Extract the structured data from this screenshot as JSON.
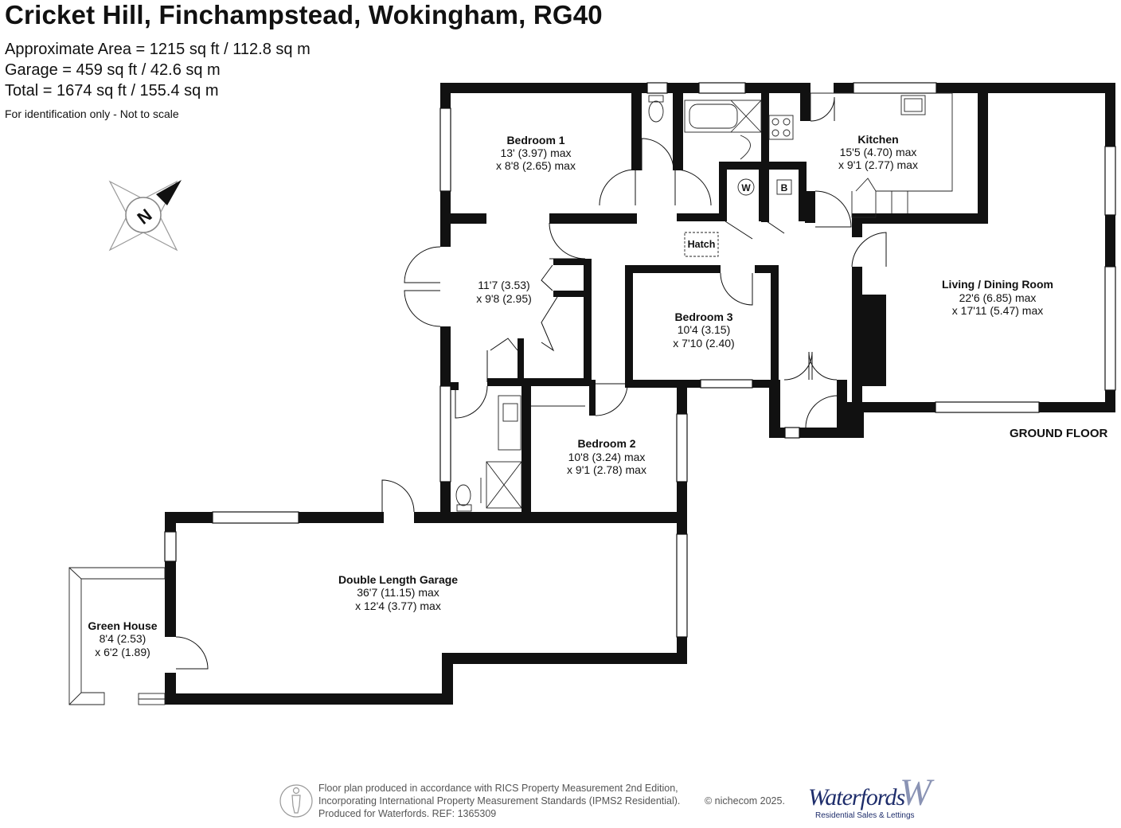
{
  "header": {
    "title": "Cricket Hill, Finchampstead, Wokingham, RG40",
    "approx_area": "Approximate Area = 1215 sq ft / 112.8 sq m",
    "garage_area": "Garage = 459 sq ft / 42.6 sq m",
    "total_area": "Total = 1674 sq ft / 155.4 sq m",
    "disclaimer": "For identification only - Not to scale"
  },
  "compass": {
    "label": "N",
    "icon": "north-compass-icon"
  },
  "rooms": {
    "bedroom1": {
      "name": "Bedroom 1",
      "dim1": "13' (3.97) max",
      "dim2": "x 8'8 (2.65) max"
    },
    "kitchen": {
      "name": "Kitchen",
      "dim1": "15'5 (4.70) max",
      "dim2": "x 9'1 (2.77) max"
    },
    "hall": {
      "dim1": "11'7 (3.53)",
      "dim2": "x 9'8 (2.95)"
    },
    "hatch": {
      "name": "Hatch"
    },
    "bedroom3": {
      "name": "Bedroom 3",
      "dim1": "10'4 (3.15)",
      "dim2": "x 7'10 (2.40)"
    },
    "living": {
      "name": "Living / Dining Room",
      "dim1": "22'6 (6.85) max",
      "dim2": "x 17'11 (5.47) max"
    },
    "bedroom2": {
      "name": "Bedroom 2",
      "dim1": "10'8 (3.24) max",
      "dim2": "x 9'1 (2.78) max"
    },
    "garage": {
      "name": "Double Length Garage",
      "dim1": "36'7 (11.15) max",
      "dim2": "x 12'4 (3.77) max"
    },
    "greenhouse": {
      "name": "Green House",
      "dim1": "8'4 (2.53)",
      "dim2": "x 6'2 (1.89)"
    },
    "cupboard_w": "W",
    "cupboard_b": "B"
  },
  "floor_label": "GROUND FLOOR",
  "footer": {
    "line1": "Floor plan produced in accordance with RICS Property Measurement 2nd Edition,",
    "line2": "Incorporating International Property Measurement Standards (IPMS2 Residential).",
    "line3": "Produced for Waterfords.   REF:  1365309",
    "copyright": "© nichecom 2025.",
    "brand": "Waterfords",
    "brand_sub": "Residential Sales & Lettings",
    "brand_mark": "W"
  },
  "colors": {
    "wall": "#111111",
    "text": "#111111",
    "footer": "#555555",
    "brand": "#1e2d6b"
  }
}
